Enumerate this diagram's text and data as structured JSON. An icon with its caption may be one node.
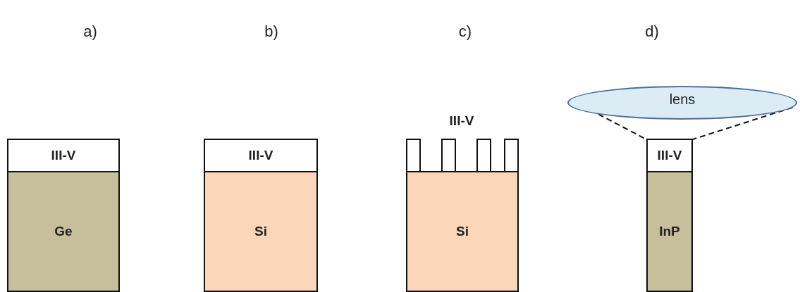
{
  "diagram": {
    "nodes": [
      {
        "text": [
          "III-V"
        ]
      },
      {
        "text": [
          "Ge"
        ]
      },
      {
        "text": [
          "III-V"
        ]
      },
      {
        "text": [
          "Si"
        ]
      },
      {
        "text": [],
        "shape": "box"
      },
      {
        "text": [],
        "shape": "box"
      },
      {
        "text": [],
        "shape": "box"
      },
      {
        "text": [],
        "shape": "box"
      },
      {
        "text": [
          "Si"
        ]
      },
      {
        "text": [
          "lens"
        ]
      },
      {
        "text": [
          "III-V"
        ]
      },
      {
        "text": [
          "InP"
        ]
      }
    ],
    "edges": [
      {
        "from": 9,
        "to": 10,
        "arrow": "none",
        "style": "dashed"
      },
      {
        "from": 9,
        "to": 10,
        "arrow": "none",
        "style": "dashed"
      }
    ],
    "labels": [
      "a)",
      "b)",
      "c)",
      "d)",
      "III-V"
    ]
  }
}
